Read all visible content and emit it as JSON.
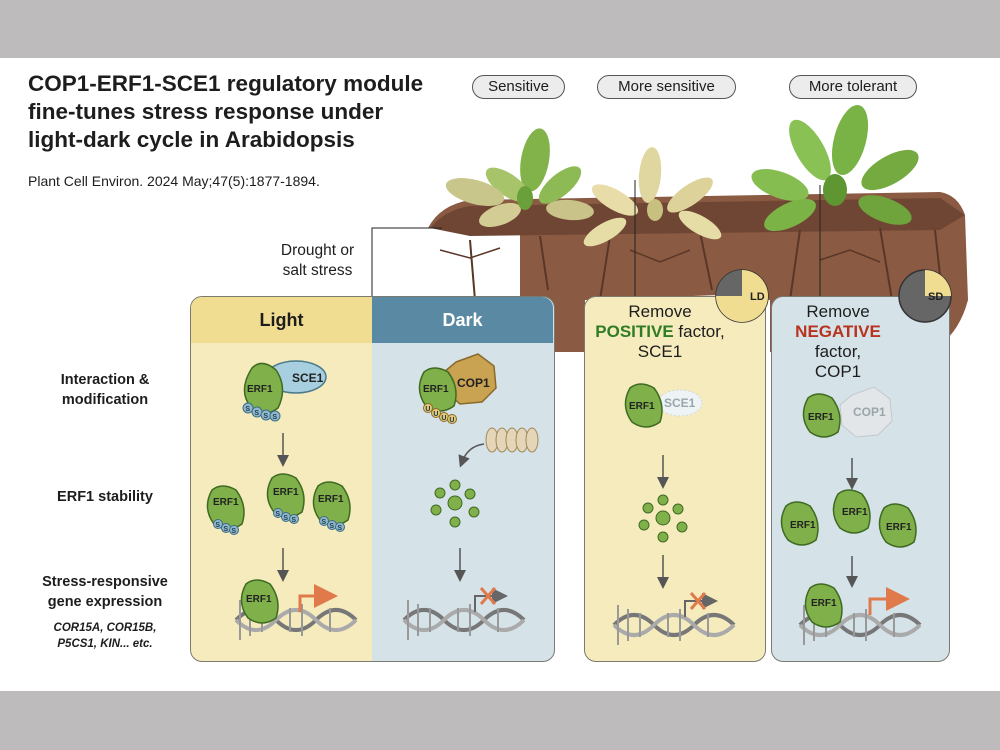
{
  "title_lines": [
    "COP1-ERF1-SCE1 regulatory module",
    "fine-tunes stress response under",
    "light-dark cycle in Arabidopsis"
  ],
  "citation": "Plant Cell Environ. 2024 May;47(5):1877-1894.",
  "phenotypes": [
    "Sensitive",
    "More sensitive",
    "More tolerant"
  ],
  "stress_line1": "Drought or",
  "stress_line2": "salt stress",
  "row_labels": {
    "interaction_1": "Interaction &",
    "interaction_2": "modification",
    "stability": "ERF1 stability",
    "expression_1": "Stress-responsive",
    "expression_2": "gene expression"
  },
  "genes_1": "COR15A, COR15B,",
  "genes_2": "P5CS1, KIN... etc.",
  "panels": {
    "light": "Light",
    "dark": "Dark",
    "remove_positive_1": "Remove",
    "remove_positive_2": "POSITIVE",
    "remove_positive_3": " factor,",
    "remove_positive_4": "SCE1",
    "remove_negative_1": "Remove",
    "remove_negative_2": "NEGATIVE",
    "remove_negative_3": " factor,",
    "remove_negative_4": "COP1"
  },
  "clocks": {
    "ld": "LD",
    "sd": "SD"
  },
  "proteins": {
    "erf1": "ERF1",
    "sce1": "SCE1",
    "cop1": "COP1"
  },
  "modification_marks": {
    "sumo": "S",
    "ubiquitin": "U"
  },
  "colors": {
    "light_panel": "#f6ebbd",
    "light_header": "#f1dd92",
    "dark_panel": "#d5e3e9",
    "dark_header": "#5a8aa3",
    "erf1_green": "#7fb04a",
    "sce1_blue": "#a8cfe0",
    "cop1_gold": "#c9a252",
    "activation_arrow": "#e07a4a",
    "soil": "#8a5a42"
  }
}
